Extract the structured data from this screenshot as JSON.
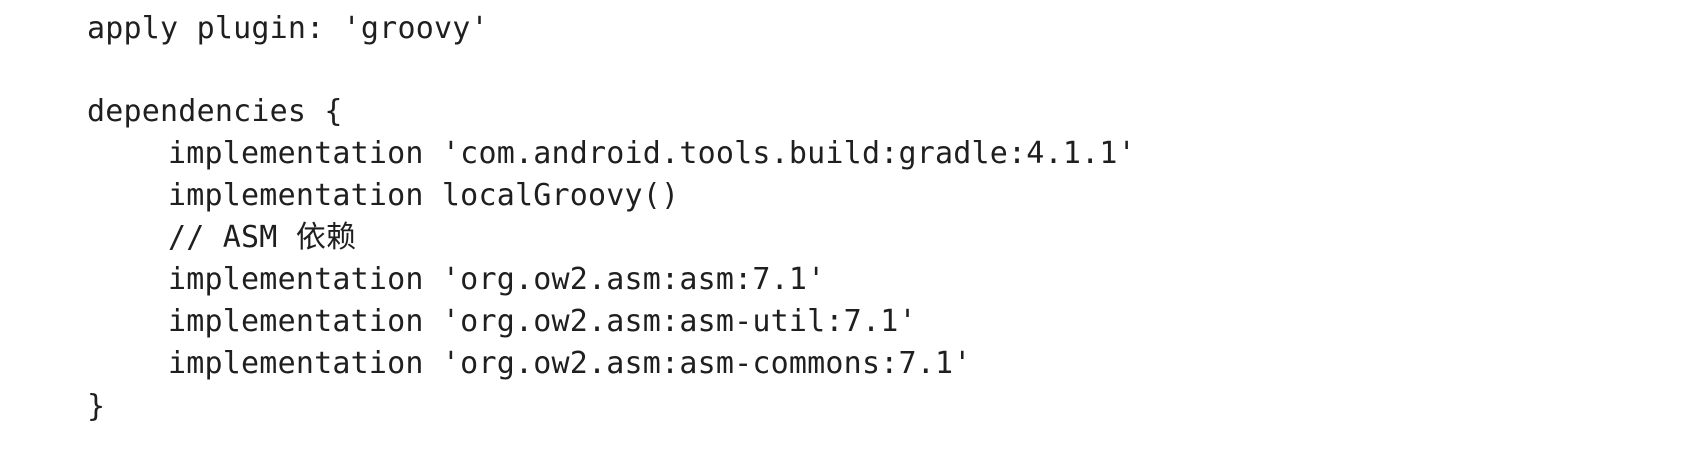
{
  "code": {
    "lines": [
      "apply plugin: 'groovy'",
      "",
      "dependencies {",
      "implementation 'com.android.tools.build:gradle:4.1.1'",
      "implementation localGroovy()",
      "// ASM 依赖",
      "implementation 'org.ow2.asm:asm:7.1'",
      "implementation 'org.ow2.asm:asm-util:7.1'",
      "implementation 'org.ow2.asm:asm-commons:7.1'",
      "}"
    ]
  },
  "colors": {
    "background": "#ffffff",
    "text": "#1f1f1f"
  }
}
